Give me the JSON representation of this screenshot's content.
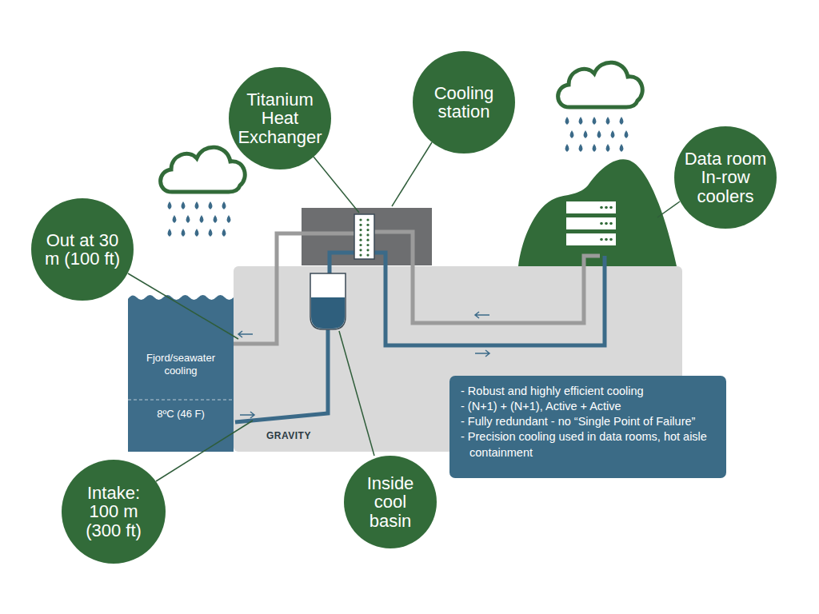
{
  "diagram": {
    "nodes": [
      {
        "text": [
          "Titanium Heat Exchanger"
        ]
      },
      {
        "text": [
          "Cooling station"
        ]
      },
      {
        "text": [
          "Data room In-row coolers"
        ]
      },
      {
        "text": [
          "Out at 30 m (100 ft)"
        ]
      },
      {
        "text": [
          "Fjord/seawater cooling",
          "8ºC (46 F)"
        ]
      },
      {
        "text": [
          "- Robust and highly efficient cooling",
          "- (N+1) + (N+1), Active + Active",
          "- Fully redundant - no “Single Point of Failure”",
          "- Precision cooling used in data rooms, hot aisle containment"
        ]
      },
      {
        "text": [
          "Intake: 100 m (300 ft)"
        ]
      },
      {
        "text": [
          "Inside cool basin"
        ]
      }
    ],
    "labels": [
      "GRAVITY"
    ]
  }
}
